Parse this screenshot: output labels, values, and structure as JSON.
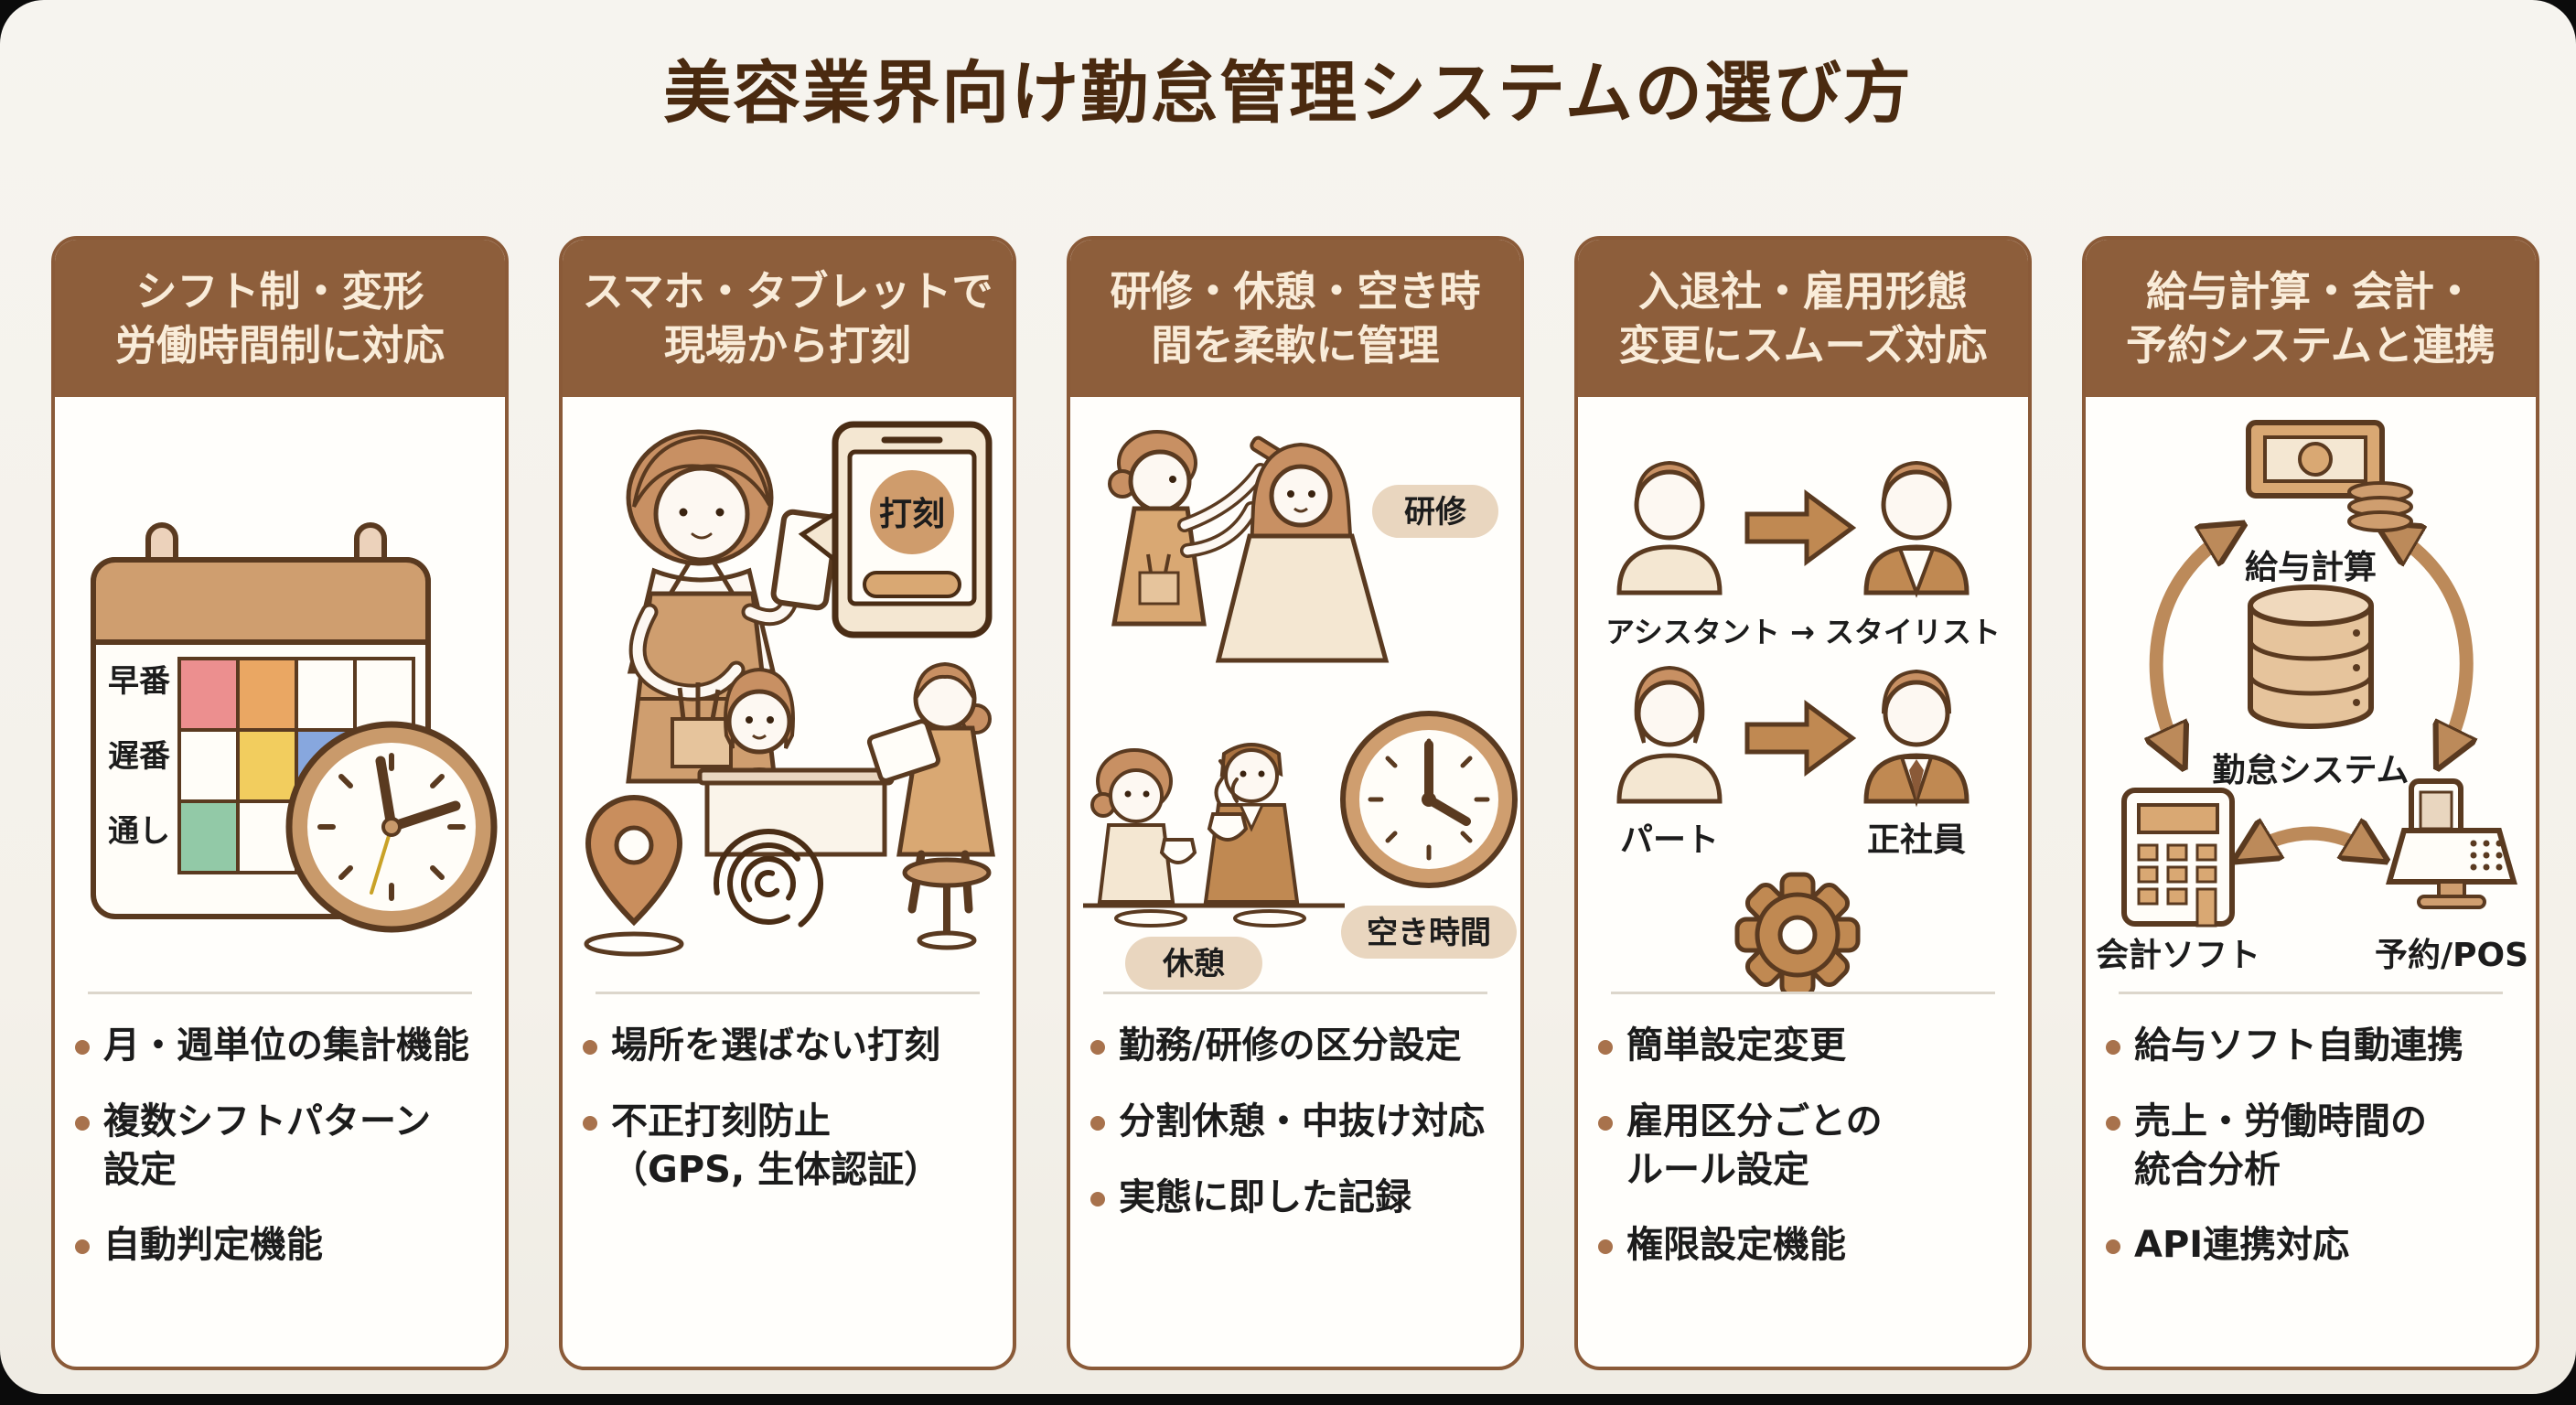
{
  "title": "美容業界向け勤怠管理システムの選び方",
  "colors": {
    "page_background": "#f4f1ea",
    "title_brown": "#4a2a10",
    "header_brown": "#8d5e3b",
    "header_text": "#f9ecd9",
    "card_border": "#8a5a38",
    "bullet_dot": "#a8724c",
    "illustration_line": "#5a3a20",
    "illustration_tan": "#cf9e6f",
    "tag_background": "#e9d6bf",
    "calendar_cells": [
      "#ec8f8f",
      "#eaa763",
      "#f2cd5e",
      "#87a7de",
      "#92c9a7"
    ]
  },
  "cards": [
    {
      "header": "シフト制・変形\n労働時間制に対応",
      "illustration": {
        "calendar_rows": [
          "早番",
          "遅番",
          "通し"
        ]
      },
      "bullets": [
        "月・週単位の集計機能",
        "複数シフトパターン\n設定",
        "自動判定機能"
      ]
    },
    {
      "header": "スマホ・タブレットで\n現場から打刻",
      "illustration": {
        "bubble_label": "打刻"
      },
      "bullets": [
        "場所を選ばない打刻",
        "不正打刻防止\n（GPS, 生体認証）"
      ]
    },
    {
      "header": "研修・休憩・空き時\n間を柔軟に管理",
      "illustration": {
        "tags": [
          "研修",
          "休憩",
          "空き時間"
        ]
      },
      "bullets": [
        "勤務/研修の区分設定",
        "分割休憩・中抜け対応",
        "実態に即した記録"
      ]
    },
    {
      "header": "入退社・雇用形態\n変更にスムーズ対応",
      "illustration": {
        "row1_label": "アシスタント → スタイリスト",
        "row2_left_label": "パート",
        "row2_right_label": "正社員"
      },
      "bullets": [
        "簡単設定変更",
        "雇用区分ごとの\nルール設定",
        "権限設定機能"
      ]
    },
    {
      "header": "給与計算・会計・\n予約システムと連携",
      "illustration": {
        "node_top": "給与計算",
        "node_center": "勤怠システム",
        "node_left": "会計ソフト",
        "node_right": "予約/POS"
      },
      "bullets": [
        "給与ソフト自動連携",
        "売上・労働時間の\n統合分析",
        "API連携対応"
      ]
    }
  ]
}
